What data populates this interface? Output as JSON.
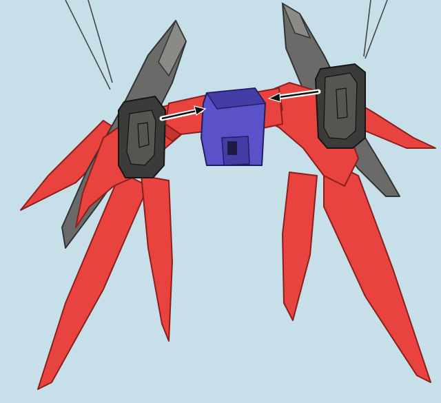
{
  "diagram": {
    "background_color": "#c6dfe9",
    "colors": {
      "wing_red": "#e8433e",
      "wing_gray": "#6a6a68",
      "connector_purple": "#5b52c9",
      "panel_black": "#3b3b39"
    },
    "parts": [
      "left-wing-binder",
      "right-wing-binder",
      "center-connector-joint",
      "left-black-panel",
      "right-black-panel"
    ],
    "arrows": [
      "left-to-center",
      "right-to-center"
    ]
  }
}
